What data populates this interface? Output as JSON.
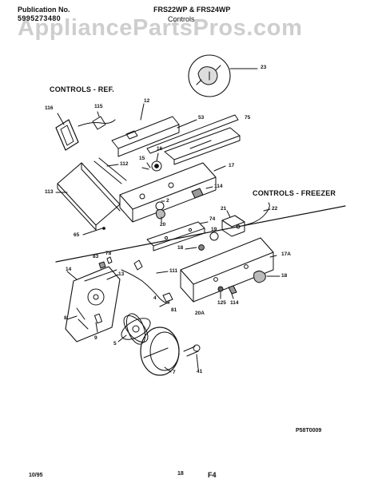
{
  "header": {
    "publication_label": "Publication No.",
    "publication_number": "5995273480",
    "model_line": "FRS22WP & FRS24WP",
    "subtitle": "Controls"
  },
  "watermark": "AppliancePartsPros.com",
  "sections": {
    "controls_ref": "CONTROLS - REF.",
    "controls_freezer": "CONTROLS - FREEZER"
  },
  "callouts": {
    "p23": "23",
    "p116": "116",
    "p115": "115",
    "p12": "12",
    "p53": "53",
    "p75": "75",
    "p16": "16",
    "p15": "15",
    "p112": "112",
    "p17": "17",
    "p114a": "114",
    "p113": "113",
    "p2": "2",
    "p20": "20",
    "p22": "22",
    "p21": "21",
    "p74": "74",
    "p65": "65",
    "p19": "19",
    "p18a": "18",
    "p83": "83",
    "p78": "78",
    "p17A": "17A",
    "p14": "14",
    "p13": "13",
    "p111": "111",
    "p18b": "18",
    "p4": "4",
    "p81": "81",
    "p20A": "20A",
    "p8": "8",
    "p125": "125",
    "p114b": "114",
    "p9": "9",
    "p5": "5",
    "p7": "7",
    "p41": "41"
  },
  "footer": {
    "code": "P58T0009",
    "date": "10/95",
    "page_number": "18",
    "page_code": "F4"
  }
}
